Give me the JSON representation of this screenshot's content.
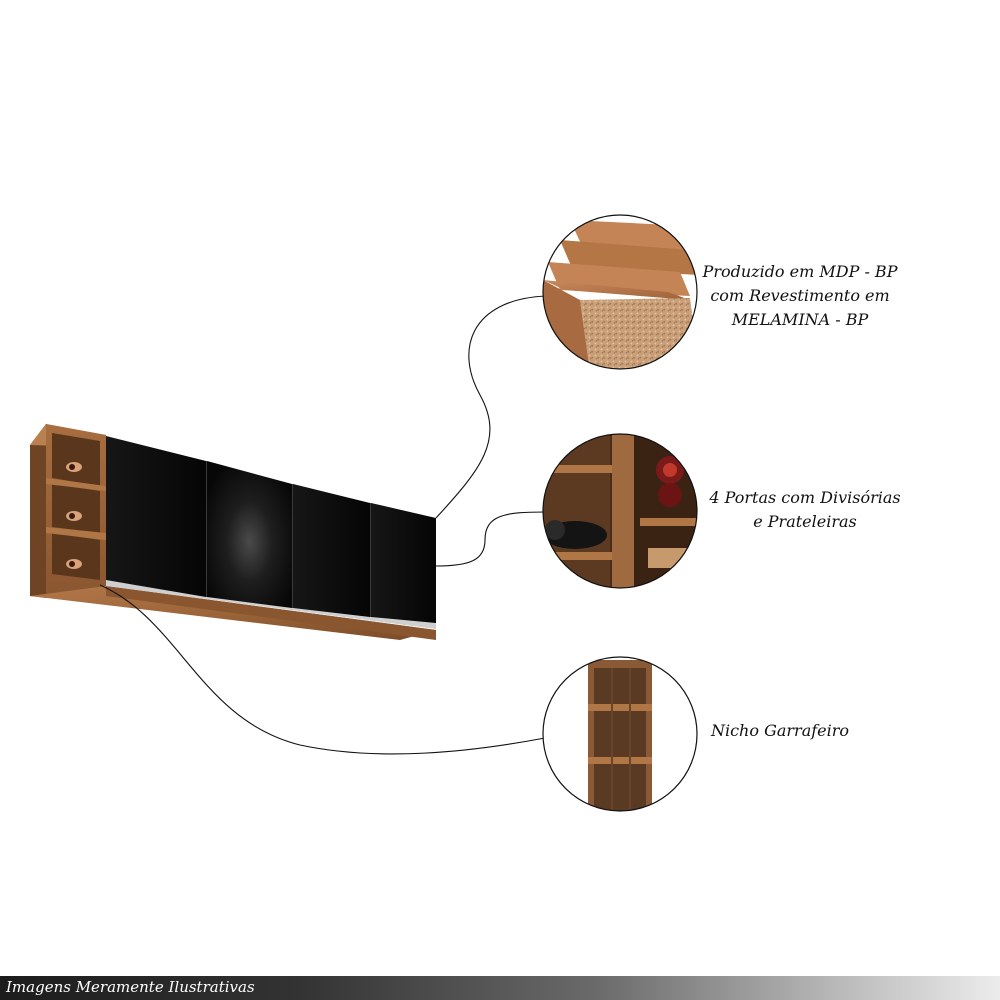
{
  "features": [
    {
      "id": "mdp",
      "icon": "mdp-board-icon",
      "lines": [
        "Produzido em MDP - BP",
        "com Revestimento em",
        "MELAMINA - BP"
      ]
    },
    {
      "id": "portas",
      "icon": "shelves-doors-icon",
      "lines": [
        "4 Portas com Divisórias",
        "e Prateleiras"
      ]
    },
    {
      "id": "nicho",
      "icon": "wine-niche-icon",
      "lines": [
        "Nicho Garrafeiro"
      ]
    }
  ],
  "footer": {
    "disclaimer": "Imagens Meramente Ilustrativas"
  },
  "colors": {
    "wood": "#9a6438",
    "wood_dark": "#6e4424",
    "door_black": "#0c0c0c",
    "footer_dark": "#1c1c1c"
  }
}
